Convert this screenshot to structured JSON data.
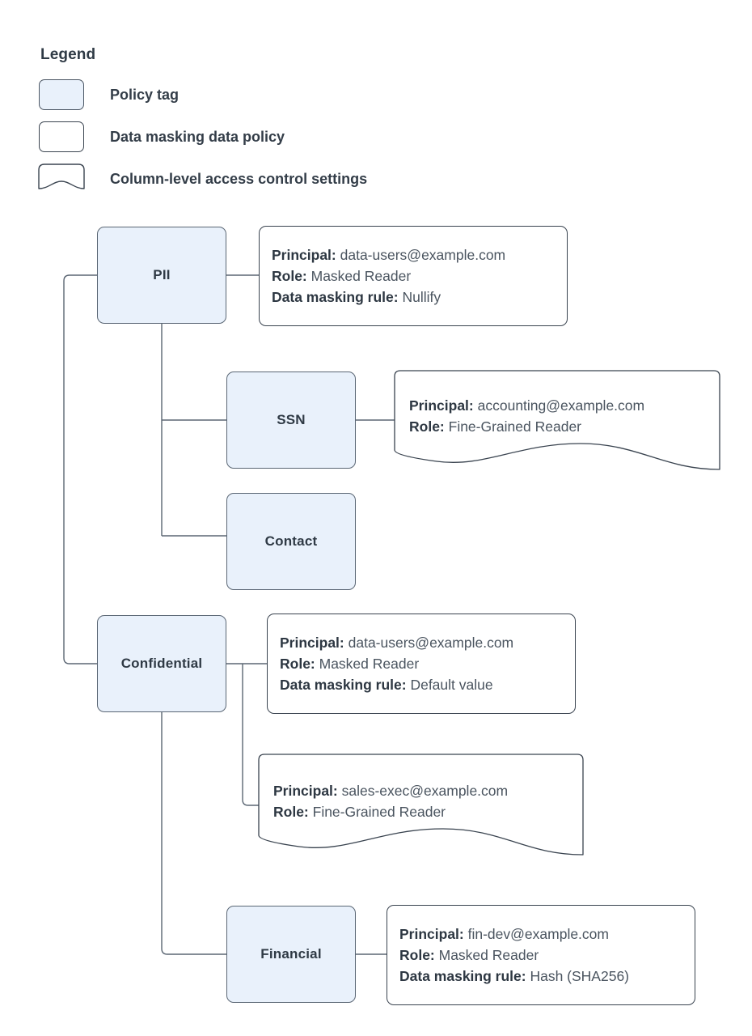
{
  "legend": {
    "title": "Legend",
    "items": [
      {
        "shape": "policy-tag-swatch",
        "label": "Policy tag"
      },
      {
        "shape": "data-masking-policy-swatch",
        "label": "Data masking data policy"
      },
      {
        "shape": "column-level-access-swatch",
        "label": "Column-level access control settings"
      }
    ]
  },
  "labels": {
    "principal": "Principal:",
    "role": "Role:",
    "masking_rule": "Data masking rule:"
  },
  "nodes": [
    {
      "id": "pii",
      "label": "PII"
    },
    {
      "id": "ssn",
      "label": "SSN"
    },
    {
      "id": "contact",
      "label": "Contact"
    },
    {
      "id": "confidential",
      "label": "Confidential"
    },
    {
      "id": "financial",
      "label": "Financial"
    }
  ],
  "policies": [
    {
      "id": "pii-policy",
      "parent": "pii",
      "kind": "data-masking-data-policy",
      "principal": "data-users@example.com",
      "role": "Masked Reader",
      "masking_rule": "Nullify"
    },
    {
      "id": "ssn-policy",
      "parent": "ssn",
      "kind": "column-level-access-control-settings",
      "principal": "accounting@example.com",
      "role": "Fine-Grained Reader",
      "masking_rule": null
    },
    {
      "id": "confidential-policy-1",
      "parent": "confidential",
      "kind": "data-masking-data-policy",
      "principal": "data-users@example.com",
      "role": "Masked Reader",
      "masking_rule": "Default value"
    },
    {
      "id": "confidential-policy-2",
      "parent": "confidential",
      "kind": "column-level-access-control-settings",
      "principal": "sales-exec@example.com",
      "role": "Fine-Grained Reader",
      "masking_rule": null
    },
    {
      "id": "financial-policy",
      "parent": "financial",
      "kind": "data-masking-data-policy",
      "principal": "fin-dev@example.com",
      "role": "Masked Reader",
      "masking_rule": "Hash (SHA256)"
    }
  ],
  "colors": {
    "tag_fill": "#e9f1fb",
    "tag_stroke": "#5a6674",
    "box_stroke": "#39434f",
    "connector": "#5b6673",
    "label_text": "#2d3742",
    "value_text": "#4a545f"
  }
}
